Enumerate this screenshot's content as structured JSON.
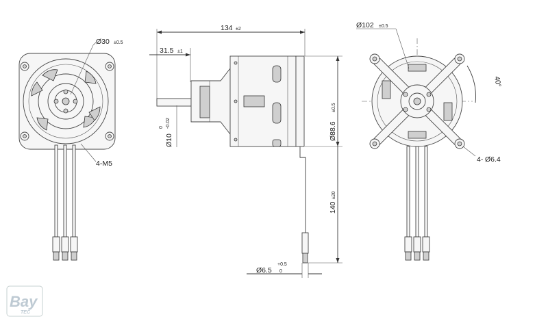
{
  "dimensions": {
    "front_bore": {
      "main": "Ø30",
      "tol": "±0.5"
    },
    "front_holes": {
      "main": "4-M5"
    },
    "total_length": {
      "main": "134",
      "tol": "±2"
    },
    "shaft_length": {
      "main": "31.5",
      "tol": "±1"
    },
    "shaft_diameter": {
      "main": "Ø10",
      "tol_upper": "0",
      "tol_lower": "-0.02"
    },
    "body_diameter": {
      "main": "Ø88.6",
      "tol": "±0.5"
    },
    "lead_length": {
      "main": "140",
      "tol": "±20"
    },
    "lead_diameter": {
      "main": "Ø6.5",
      "tol_upper": "+0.5",
      "tol_lower": "0"
    },
    "mount_diameter": {
      "main": "Ø102",
      "tol": "±0.5"
    },
    "mount_angle": {
      "main": "40°"
    },
    "mount_holes": {
      "main": "4-",
      "sub": "Ø6.4"
    }
  },
  "logo": {
    "text": "Bay",
    "sub": "TEC"
  }
}
